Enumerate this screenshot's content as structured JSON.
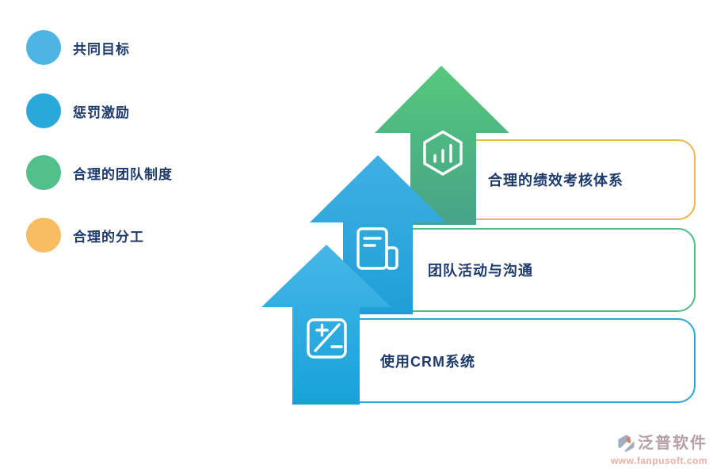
{
  "text_color": "#1d3a6d",
  "legend": {
    "items": [
      {
        "label": "共同目标",
        "color": "#4db4e3"
      },
      {
        "label": "惩罚激励",
        "color": "#29a9da"
      },
      {
        "label": "合理的团队制度",
        "color": "#52c08a"
      },
      {
        "label": "合理的分工",
        "color": "#f8bd62"
      }
    ]
  },
  "steps": [
    {
      "label": "合理的绩效考核体系",
      "border_color": "#f0b44f",
      "arrow_top": "#56c87c",
      "arrow_bottom": "#46a389",
      "icon": "bar-chart-hexagon"
    },
    {
      "label": "团队活动与沟通",
      "border_color": "#4fbc86",
      "arrow_top": "#3fb0e3",
      "arrow_bottom": "#1f9fd6",
      "icon": "newspaper"
    },
    {
      "label": "使用CRM系统",
      "border_color": "#2aa7da",
      "arrow_top": "#47b6e7",
      "arrow_bottom": "#17a2d9",
      "icon": "plus-minus-calculator"
    }
  ],
  "watermark": {
    "brand": "泛普软件",
    "url": "www.fanpusoft.com",
    "brand_color": "#aa9097",
    "url_color": "#e2a396",
    "icon_gray": "#91a0b3",
    "icon_orange": "#d2684b"
  }
}
